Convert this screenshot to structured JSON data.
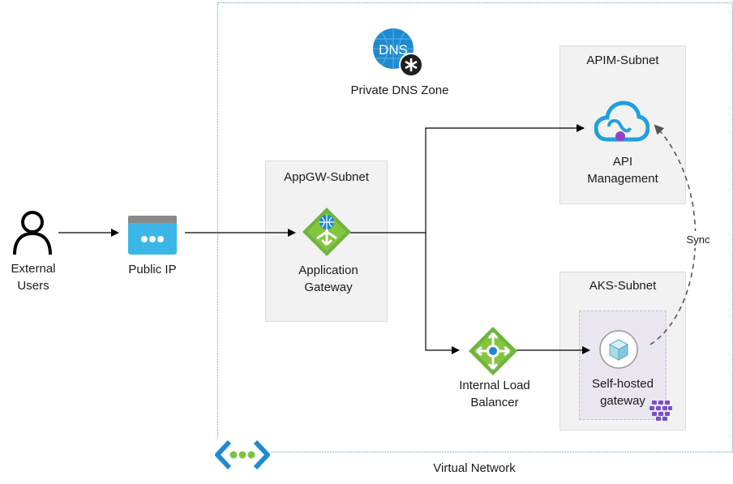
{
  "nodes": {
    "external_users": "External\nUsers",
    "public_ip": "Public IP",
    "app_gateway": "Application\nGateway",
    "api_management": "API\nManagement",
    "internal_lb": "Internal Load\nBalancer",
    "self_hosted_gateway": "Self-hosted\ngateway",
    "private_dns_zone": "Private DNS Zone",
    "dns_badge": "DNS"
  },
  "subnets": {
    "appgw": "AppGW-Subnet",
    "apim": "APIM-Subnet",
    "aks": "AKS-Subnet"
  },
  "vnet_label": "Virtual Network",
  "edge_labels": {
    "sync": "Sync"
  },
  "colors": {
    "azure_blue": "#1f8ad2",
    "lb_green": "#6eb43f",
    "subnet_bg": "#f2f2f2",
    "aks_purple": "#7b4fc9",
    "vnet_border": "#5aa0b4"
  },
  "icons": [
    "user-icon",
    "public-ip-icon",
    "application-gateway-icon",
    "api-management-icon",
    "load-balancer-icon",
    "cube-icon",
    "kubernetes-icon",
    "dns-zone-icon",
    "virtual-network-icon"
  ]
}
